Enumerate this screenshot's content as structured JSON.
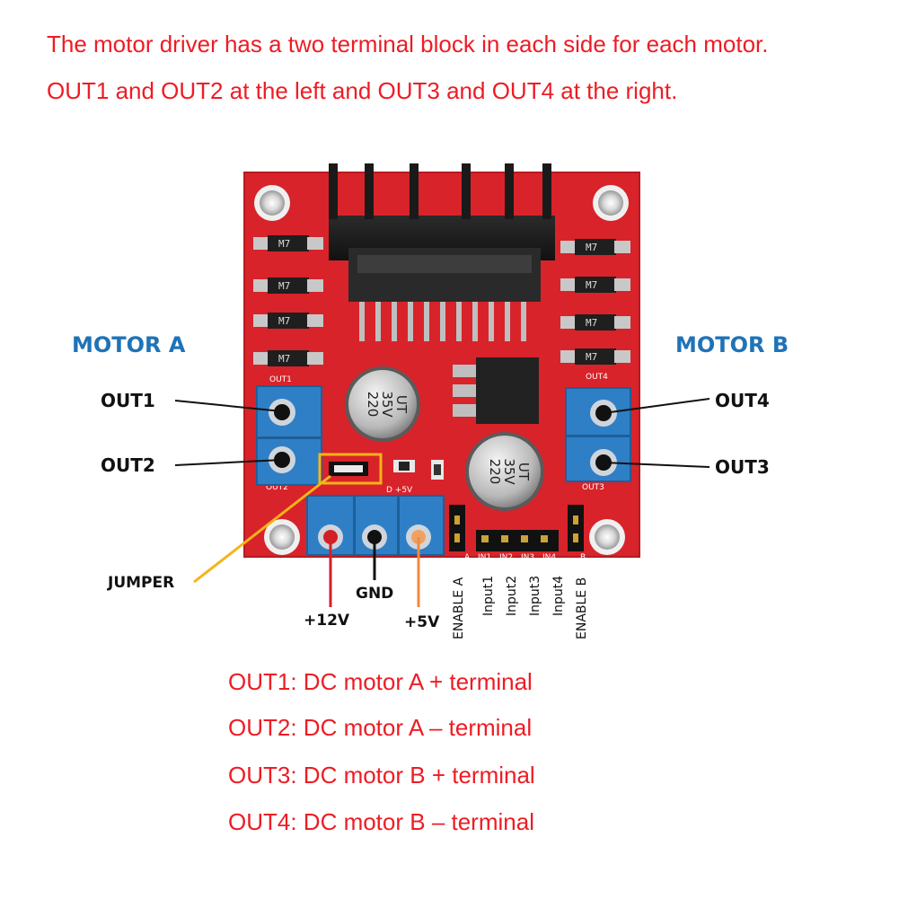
{
  "header": {
    "line1": "The motor driver has a two terminal block in each side for each motor.",
    "line2": "OUT1 and OUT2 at the left and OUT3 and OUT4 at the right."
  },
  "diagram": {
    "motor_a": "MOTOR A",
    "motor_b": "MOTOR B",
    "out1": "OUT1",
    "out2": "OUT2",
    "out3": "OUT3",
    "out4": "OUT4",
    "jumper": "JUMPER",
    "plus12v": "+12V",
    "gnd": "GND",
    "plus5v": "+5V",
    "enable_a": "ENABLE A",
    "input1": "Input1",
    "input2": "Input2",
    "input3": "Input3",
    "input4": "Input4",
    "enable_b": "ENABLE B"
  },
  "board_silkscreen": {
    "out1": "OUT1",
    "out2": "OUT2",
    "out3": "OUT3",
    "out4": "OUT4",
    "power": "D +5V",
    "in1": "IN1",
    "in2": "IN2",
    "in3": "IN3",
    "in4": "IN4",
    "ena": "A",
    "enb": "B"
  },
  "components": {
    "diode_marking": "M7",
    "cap_top": "UT",
    "cap_mid": "35V",
    "cap_bot": "220"
  },
  "footer": {
    "line1": "OUT1: DC motor A + terminal",
    "line2": "OUT2: DC motor A – terminal",
    "line3": "OUT3: DC motor B + terminal",
    "line4": "OUT4: DC motor B – terminal"
  },
  "colors": {
    "annotation_red": "#ee1c24",
    "title_blue": "#1f73b7",
    "board_red": "#d8232a",
    "terminal_blue": "#2f7fc7",
    "jumper_box": "#f5b417"
  }
}
